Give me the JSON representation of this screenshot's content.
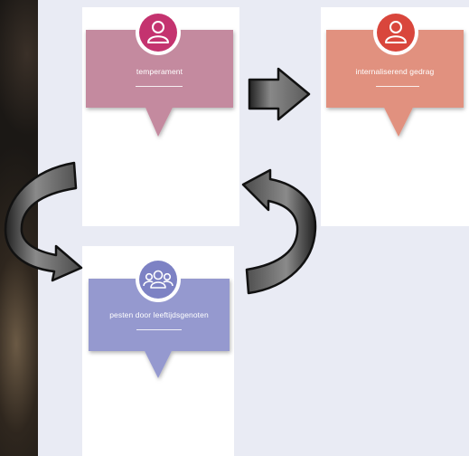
{
  "nodes": [
    {
      "id": "temperament",
      "label": "temperament",
      "icon": "person-icon",
      "color": "#c48a9f",
      "icon_color": "#c4336f"
    },
    {
      "id": "internaliserend-gedrag",
      "label": "internaliserend gedrag",
      "icon": "person-icon",
      "color": "#e1917f",
      "icon_color": "#d9463c"
    },
    {
      "id": "pesten",
      "label": "pesten door leeftijdsgenoten",
      "icon": "group-icon",
      "color": "#9599cf",
      "icon_color": "#7d82c4"
    }
  ],
  "edges": [
    {
      "from": "temperament",
      "to": "internaliserend-gedrag"
    },
    {
      "from": "temperament",
      "to": "pesten"
    },
    {
      "from": "pesten",
      "to": "temperament"
    }
  ],
  "colors": {
    "board": "#e9ebf4",
    "panel": "#ffffff",
    "arrow_fill": "#6e6e6e",
    "arrow_stroke": "#111111"
  }
}
